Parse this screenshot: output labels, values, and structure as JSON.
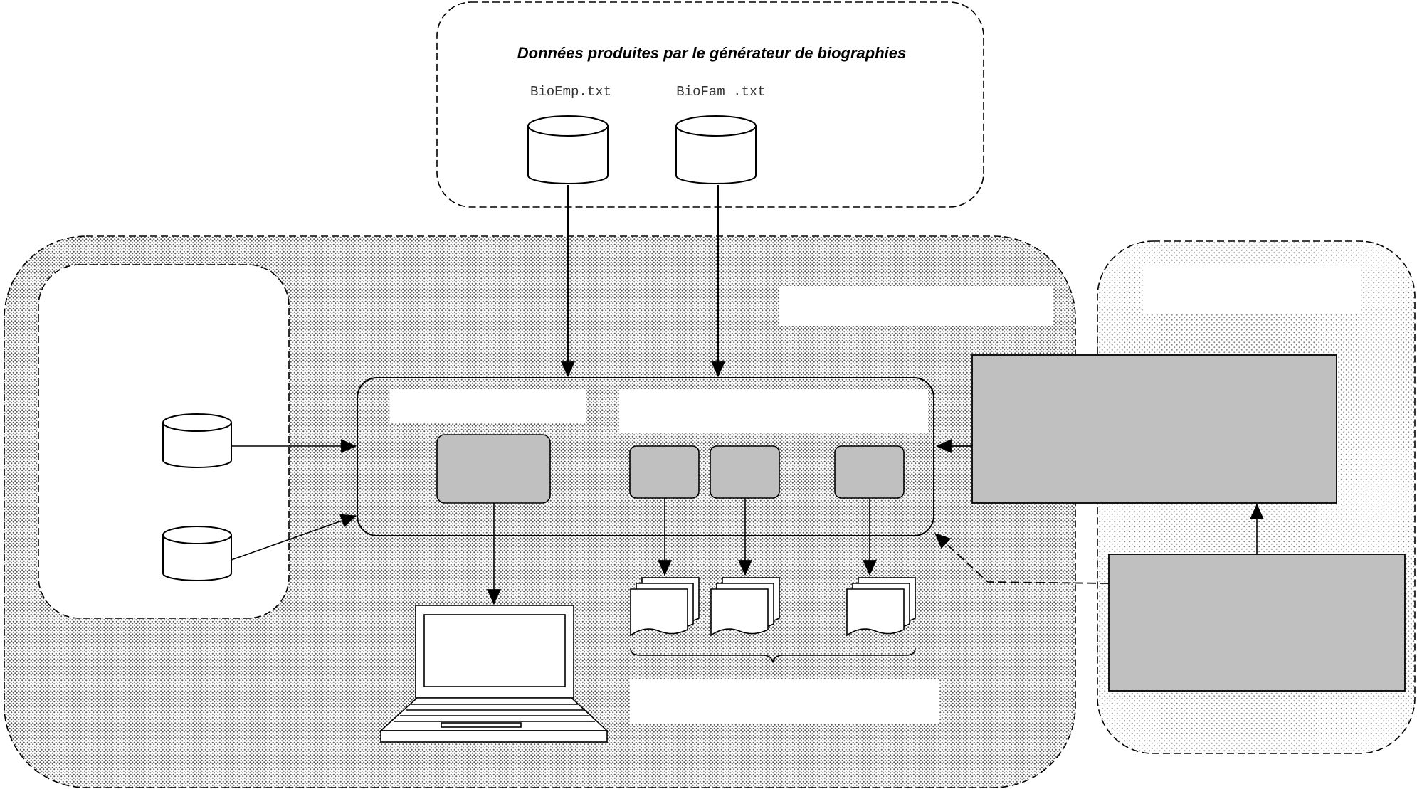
{
  "biography_generator": {
    "title": "Données produites par le générateur de biographies",
    "files": [
      {
        "name": "BioEmp.txt",
        "icon": "database-icon"
      },
      {
        "name": "BioFam .txt",
        "icon": "database-icon"
      }
    ]
  },
  "colors": {
    "box_fill": "#c0c0c0",
    "stroke": "#000000",
    "background": "#ffffff",
    "dense_pattern_dot": "#555555",
    "light_pattern_dot": "#999999"
  },
  "icons": {
    "database": "database-icon",
    "document_stack": "document-stack-icon",
    "laptop": "laptop-icon",
    "brace": "curly-brace-icon"
  }
}
